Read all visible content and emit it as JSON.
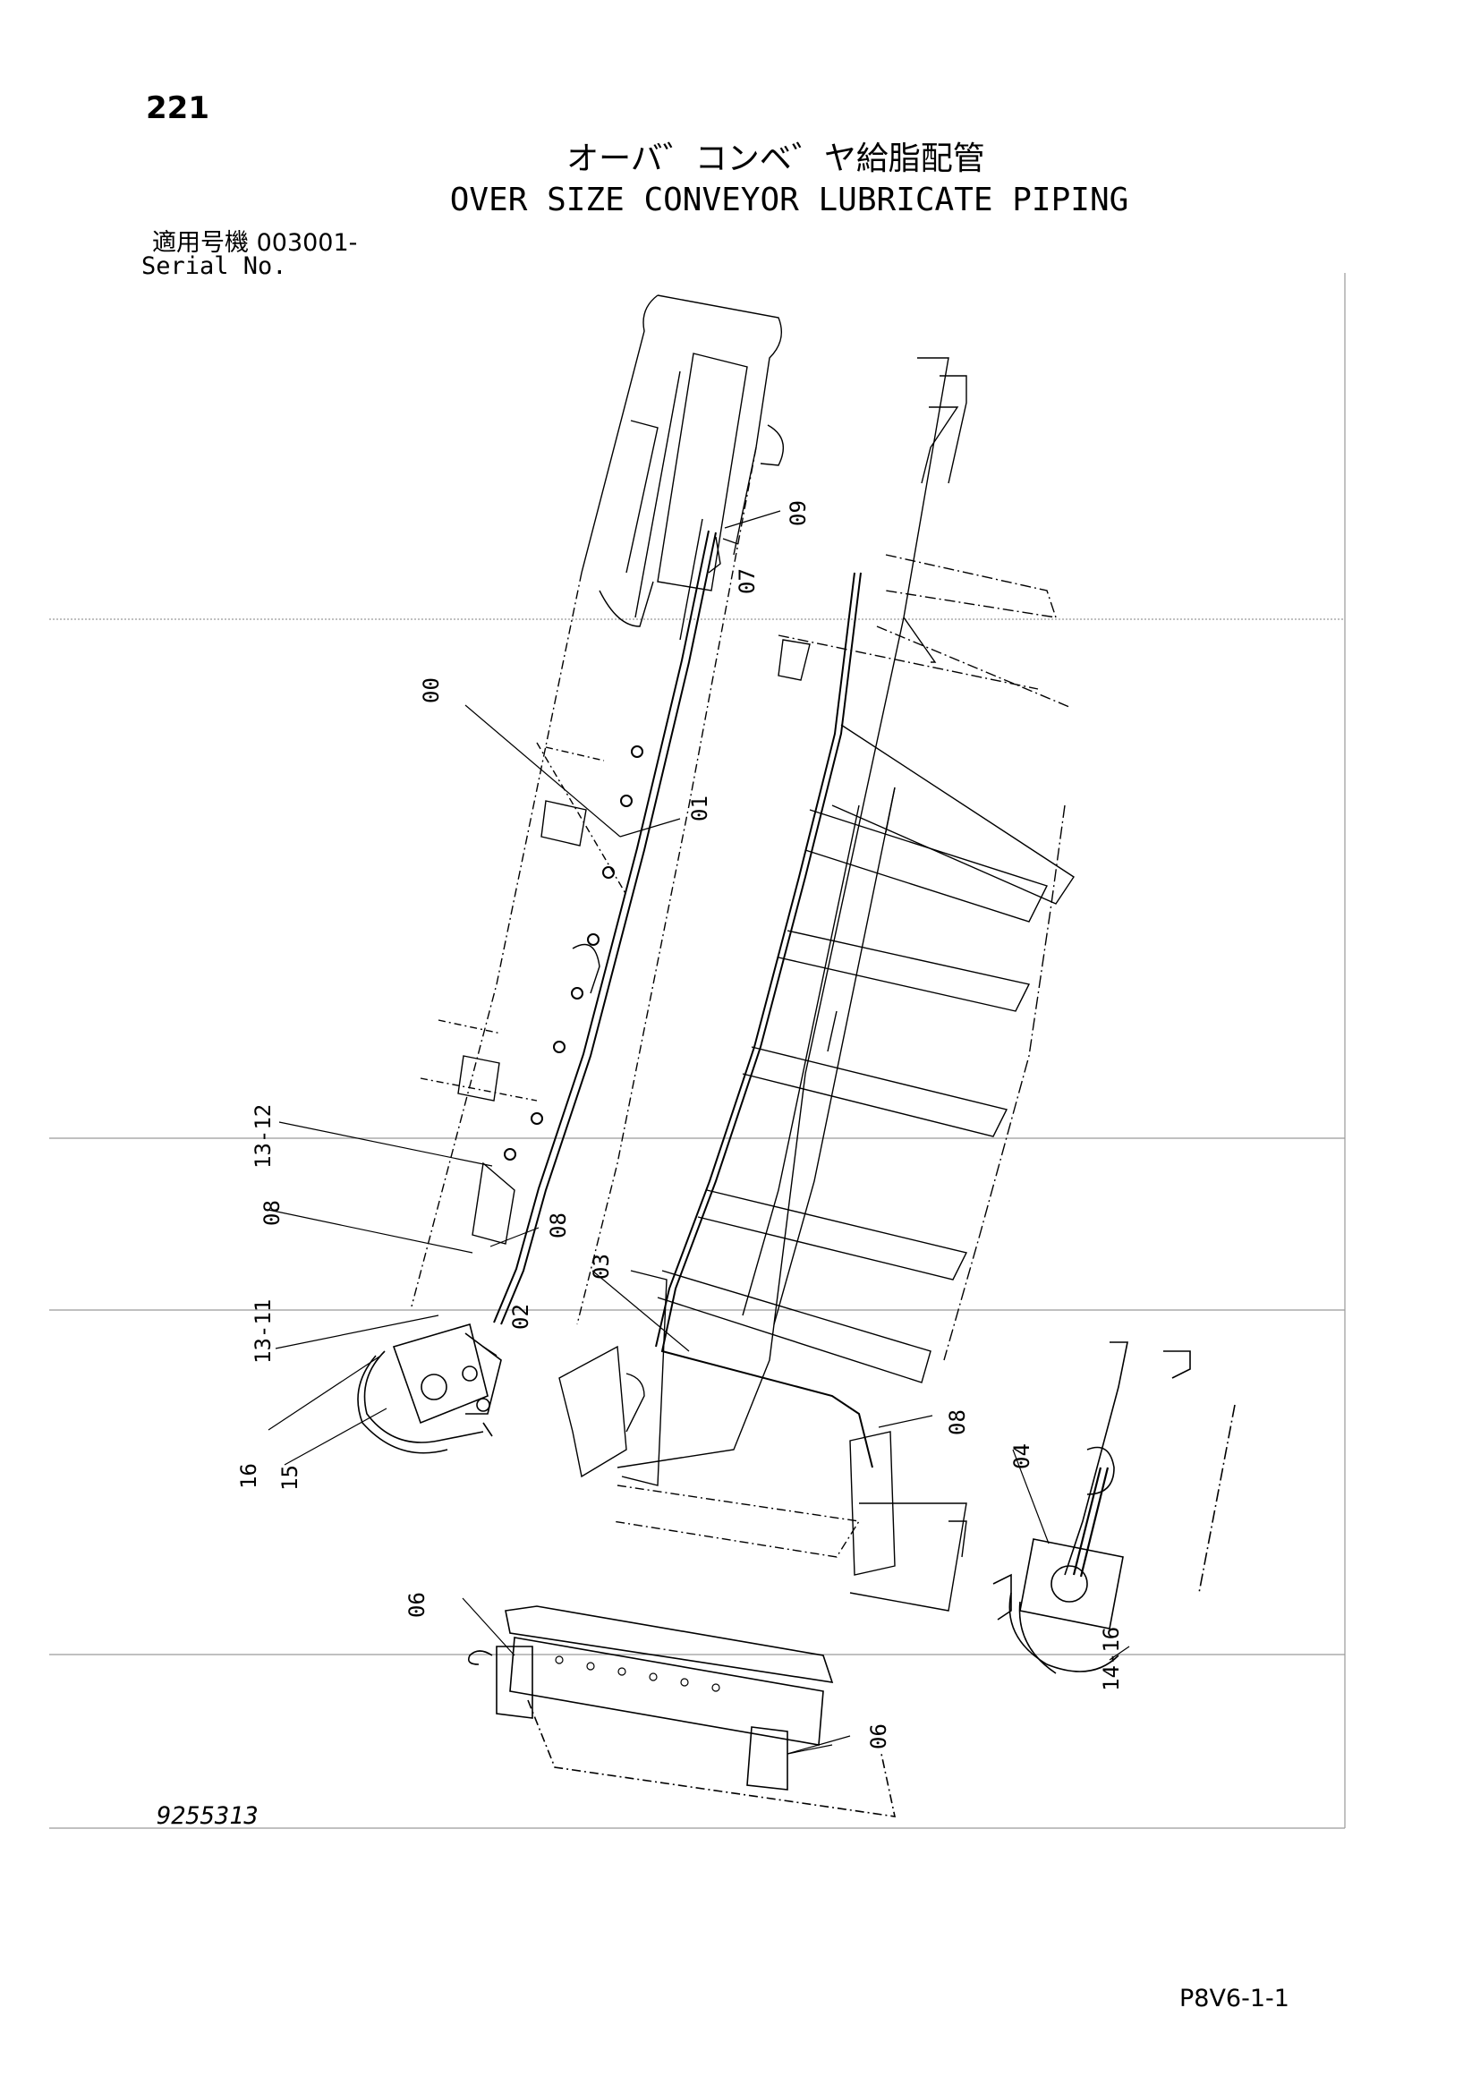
{
  "header": {
    "page_number": "221",
    "title_jp": "オーバ゛コンベ゛ヤ給脂配管",
    "title_en": "OVER SIZE CONVEYOR LUBRICATE PIPING",
    "serial_label_jp": "適用号機  003001-",
    "serial_label_en": "Serial No."
  },
  "footer": {
    "drawing_number": "9255313",
    "page_code": "P8V6-1-1"
  },
  "callouts": {
    "c00": "00",
    "c01": "01",
    "c02": "02",
    "c03": "03",
    "c04": "04",
    "c06a": "06",
    "c06b": "06",
    "c07": "07",
    "c08a": "08",
    "c08b": "08",
    "c08c": "08",
    "c09": "09",
    "c13_12": "13-12",
    "c13_11": "13-11",
    "c16": "16",
    "c15": "15",
    "c14_16": "14-16"
  },
  "colors": {
    "line": "#000000",
    "guide": "#9a9a9a",
    "fill_light": "#f4f4f4"
  }
}
